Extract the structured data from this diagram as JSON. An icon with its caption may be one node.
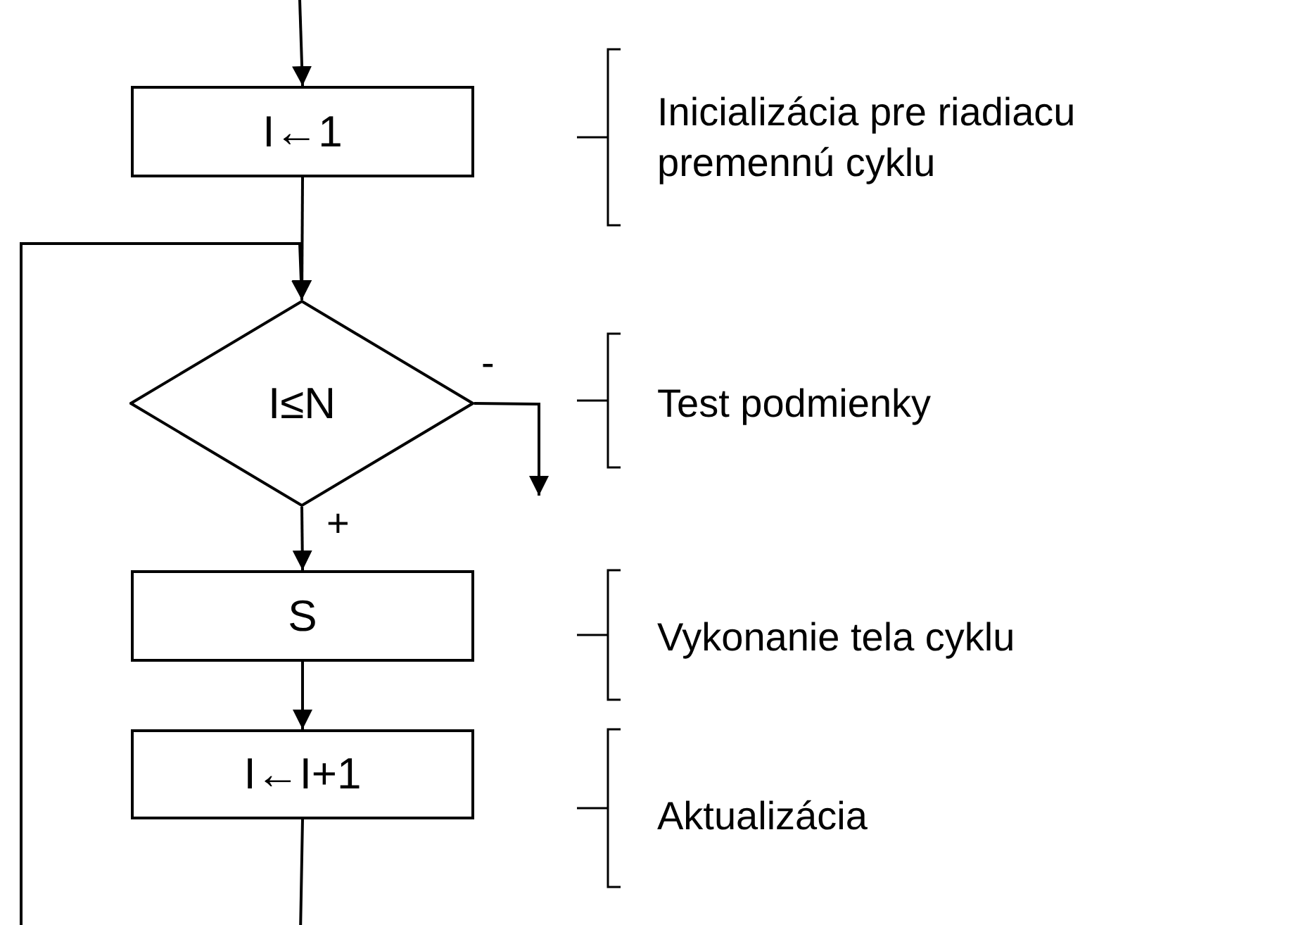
{
  "diagram": {
    "nodes": [
      {
        "text": [
          "I←1"
        ]
      },
      {
        "text": [
          "I≤N"
        ]
      },
      {
        "text": [
          "S"
        ]
      },
      {
        "text": [
          "I←I+1"
        ]
      }
    ],
    "edges": [
      {
        "from": null,
        "to": 0,
        "arrow": "to"
      },
      {
        "from": 0,
        "to": 1,
        "arrow": "to"
      },
      {
        "from": 1,
        "to": 2,
        "arrow": "to",
        "label": "+"
      },
      {
        "from": 1,
        "to": null,
        "arrow": "to",
        "label": "-"
      },
      {
        "from": 2,
        "to": 3,
        "arrow": "to"
      },
      {
        "from": 3,
        "to": 1,
        "arrow": "to"
      }
    ],
    "labels": [
      "Inicializácia pre riadiacu premennú cyklu",
      "Test podmienky",
      "Vykonanie tela cyklu",
      "Aktualizácia"
    ]
  }
}
